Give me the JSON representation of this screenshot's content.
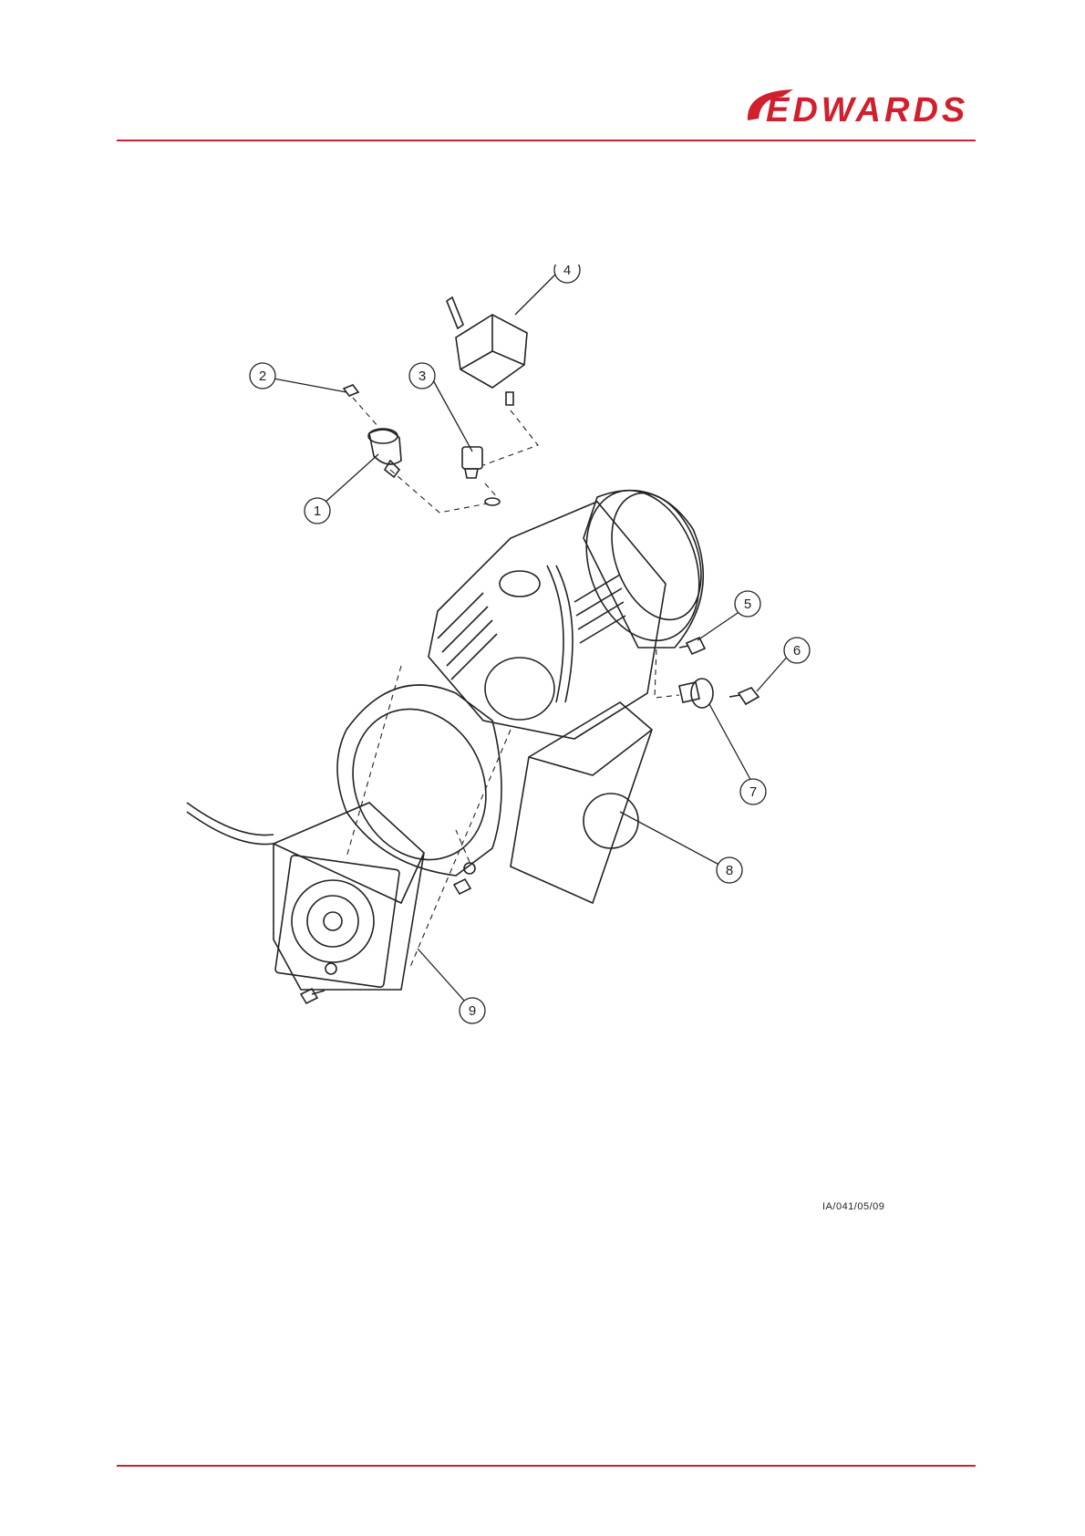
{
  "brand": {
    "logo_text": "EDWARDS",
    "accent_color": "#d0202e"
  },
  "drawing": {
    "callouts": [
      "1",
      "2",
      "3",
      "4",
      "5",
      "6",
      "7",
      "8",
      "9"
    ],
    "line_color": "#222222"
  },
  "figure_ref": "IA/041/05/09"
}
